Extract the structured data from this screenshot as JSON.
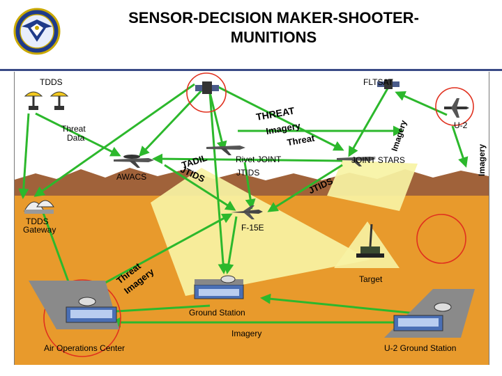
{
  "slide": {
    "title_line1": "SENSOR-DECISION MAKER-SHOOTER-",
    "title_line2": "MUNITIONS"
  },
  "colors": {
    "sky": "#ffffff",
    "mountains": "#a0623a",
    "ground": "#e89a2c",
    "arrow": "#2cb82c",
    "beam": "#f7f3a4",
    "circle": "#e0301e",
    "header_rule": "#3a4a86"
  },
  "labels": {
    "tdds": "TDDS",
    "fltsat": "FLTSAT",
    "threat_data_1": "Threat",
    "threat_data_2": "Data",
    "threat_top": "THREAT",
    "imagery_mid": "Imagery",
    "threat_mid": "Threat",
    "imagery_vert_fltsat": "Imagery",
    "imagery_vert_u2": "Imagery",
    "u2": "U-2",
    "tadil": "TADIL",
    "rivet_joint": "Rivet JOINT",
    "joint_stars": "JOINT STARS",
    "awacs": "AWACS",
    "jtids_left": "JTIDS",
    "jtids_mid": "JTIDS",
    "jtids_right": "JTIDS",
    "tdds_gateway_1": "TDDS",
    "tdds_gateway_2": "Gateway",
    "f15e": "F-15E",
    "threat_lower": "Threat",
    "imagery_lower": "Imagery",
    "target": "Target",
    "ground_station": "Ground Station",
    "imagery_bottom": "Imagery",
    "aoc": "Air Operations Center",
    "u2_ground_station": "U-2 Ground Station"
  },
  "icons": [
    "air-force-emblem-icon",
    "satellite-icon",
    "satellite-dish-icon",
    "aircraft-icon",
    "tank-icon",
    "radome-icon",
    "hangar-icon"
  ]
}
